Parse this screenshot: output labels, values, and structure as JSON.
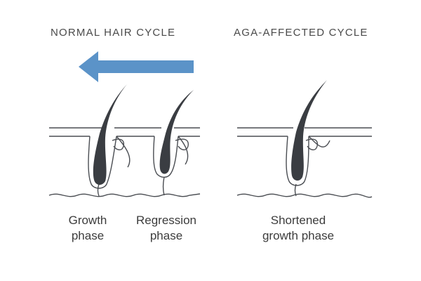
{
  "panels": {
    "normal": {
      "title": "NORMAL HAIR CYCLE"
    },
    "aga": {
      "title": "AGA-AFFECTED CYCLE"
    }
  },
  "captions": {
    "growth": {
      "line1": "Growth",
      "line2": "phase"
    },
    "regression": {
      "line1": "Regression",
      "line2": "phase"
    },
    "shortened": {
      "line1": "Shortened",
      "line2": "growth phase"
    }
  },
  "arrow": {
    "direction": "left",
    "color": "#5b93c8"
  },
  "colors": {
    "hair": "#3a3d42",
    "outline": "#4a4d52",
    "text": "#3c3c3c"
  }
}
